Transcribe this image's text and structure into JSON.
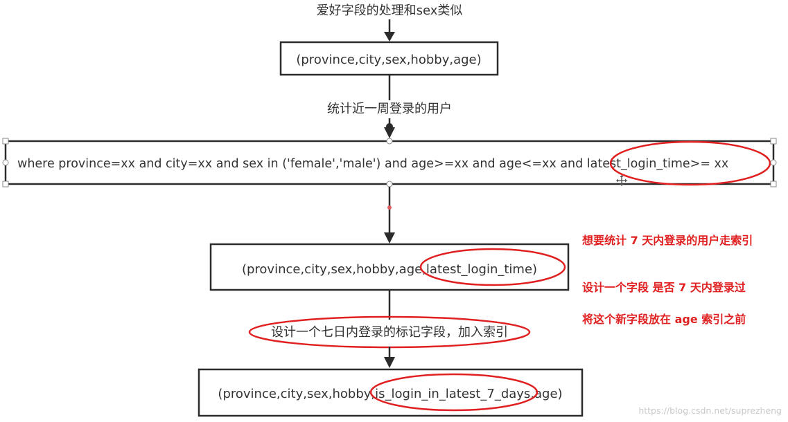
{
  "flow": {
    "top_label": "爱好字段的处理和sex类似",
    "box1": "(province,city,sex,hobby,age)",
    "mid_label": "统计近一周登录的用户",
    "where_clause": "where  province=xx and city=xx and sex in ('female','male') and age>=xx and age<=xx and latest_login_time>= xx",
    "box2": "(province,city,sex,hobby,age,latest_login_time)",
    "bottom_label": "设计一个七日内登录的标记字段，加入索引",
    "box3": "(province,city,sex,hobby,is_login_in_latest_7_days,age)"
  },
  "notes": [
    "想要统计 7 天内登录的用户走索引",
    "设计一个字段 是否 7 天内登录过",
    "将这个新字段放在 age 索引之前"
  ],
  "watermark": "https://blog.csdn.net/suprezheng",
  "colors": {
    "line": "#2b2b2b",
    "text": "#333333",
    "highlight": "#e02020",
    "handle": "#888888",
    "watermark": "#c8c8c8"
  }
}
